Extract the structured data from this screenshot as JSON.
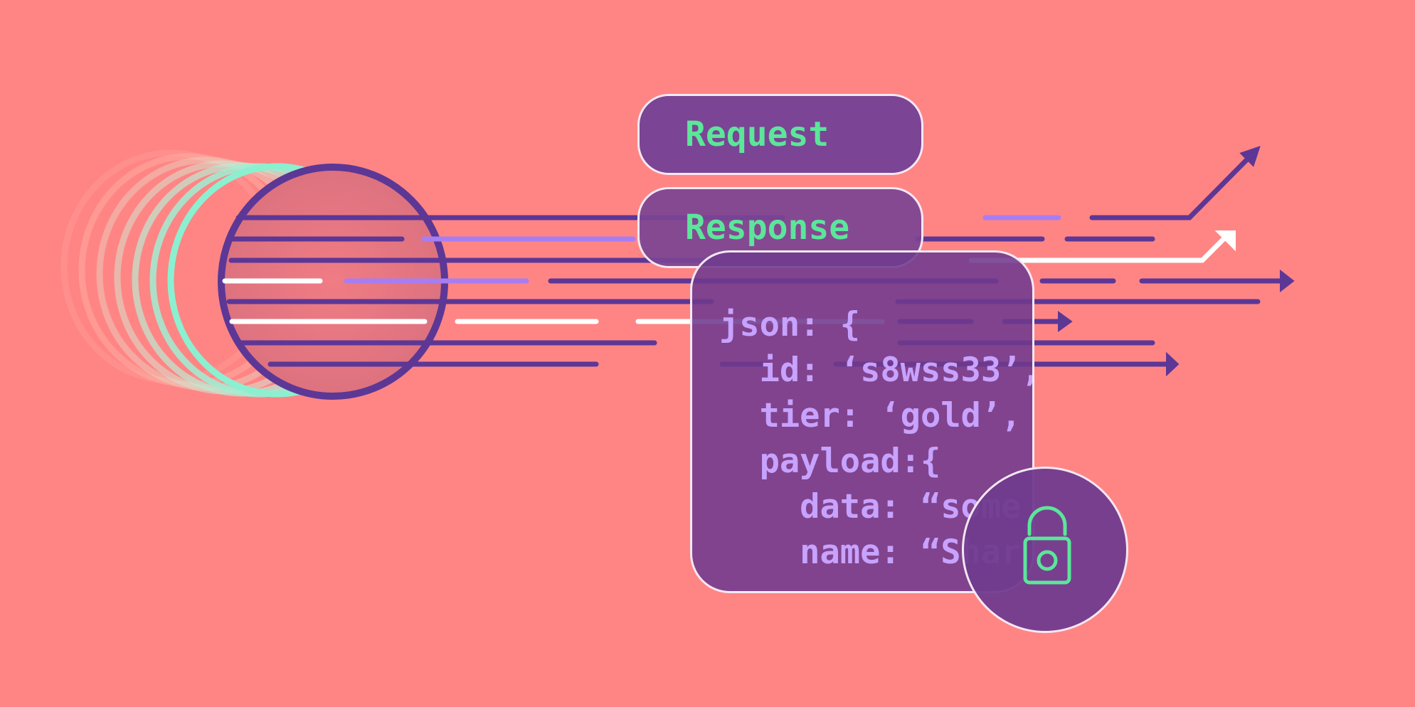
{
  "buttons": {
    "request_label": "Request",
    "response_label": "Response"
  },
  "json_card": {
    "code": "json: {\n  id: ‘s8wss33’,\n  tier: ‘gold’,\n  payload:{\n    data: “some\n    name: “Shar"
  },
  "icons": {
    "lock": "unlocked-padlock-icon",
    "tube": "data-tube-illustration",
    "arrows": "data-flow-arrows"
  },
  "colors": {
    "background": "#FF8585",
    "purple": "#5C3796",
    "card": "#7B4494",
    "green": "#5BE69A",
    "lavender": "#C7A2FF",
    "white": "#FFFFFF"
  }
}
